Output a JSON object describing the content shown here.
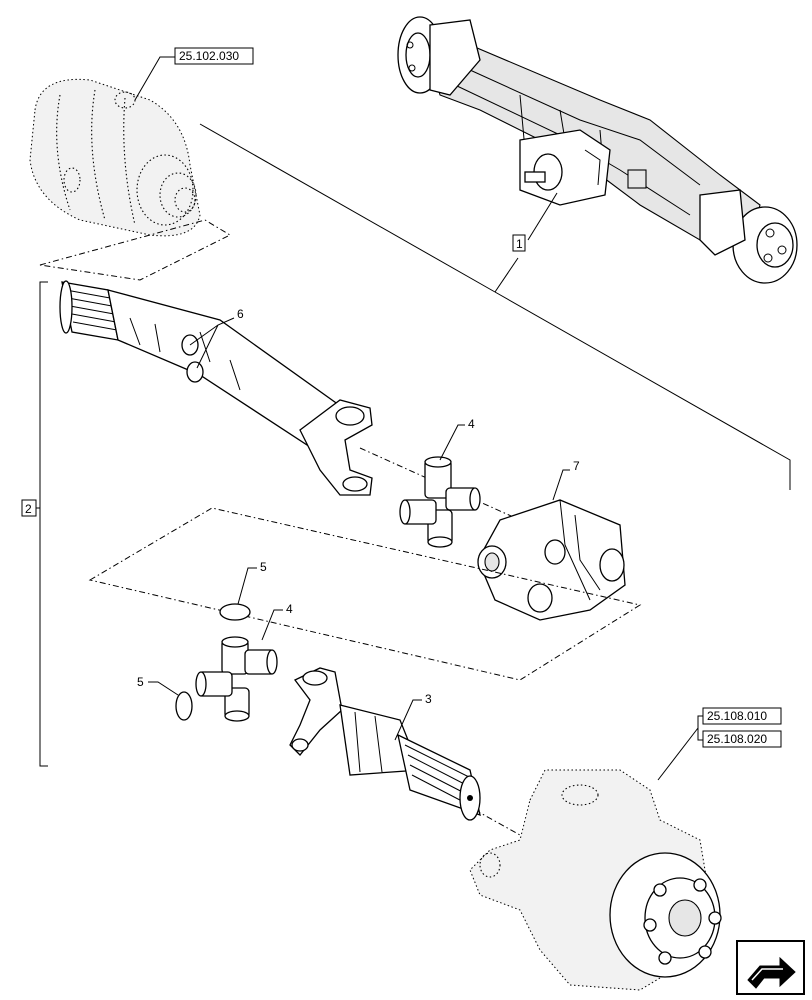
{
  "refs": {
    "ref_top_left": "25.102.030",
    "ref_bottom_right_1": "25.108.010",
    "ref_bottom_right_2": "25.108.020"
  },
  "boxed_callouts": {
    "axle_assembly": "1",
    "shaft_group": "2"
  },
  "callouts": {
    "shaft": "6",
    "cross_upper": "4",
    "housing": "7",
    "snap_ring_upper": "5",
    "cross_lower": "4",
    "snap_ring_lower": "5",
    "stub_shaft": "3"
  },
  "icons": {
    "nav": "next-page-arrow-icon"
  }
}
